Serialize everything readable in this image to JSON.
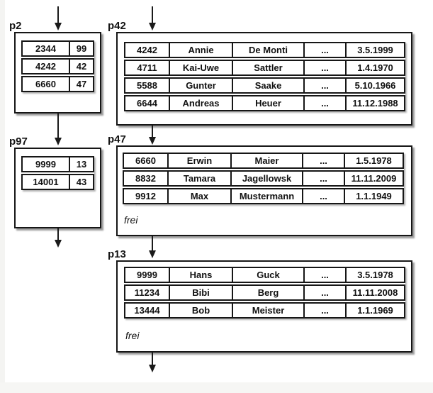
{
  "pages": {
    "p2": {
      "label": "p2",
      "kind": "index-page",
      "rows": [
        [
          "2344",
          "99"
        ],
        [
          "4242",
          "42"
        ],
        [
          "6660",
          "47"
        ]
      ]
    },
    "p42": {
      "label": "p42",
      "kind": "data-page",
      "rows": [
        [
          "4242",
          "Annie",
          "De Monti",
          "...",
          "3.5.1999"
        ],
        [
          "4711",
          "Kai-Uwe",
          "Sattler",
          "...",
          "1.4.1970"
        ],
        [
          "5588",
          "Gunter",
          "Saake",
          "...",
          "5.10.1966"
        ],
        [
          "6644",
          "Andreas",
          "Heuer",
          "...",
          "11.12.1988"
        ]
      ]
    },
    "p97": {
      "label": "p97",
      "kind": "index-page",
      "rows": [
        [
          "9999",
          "13"
        ],
        [
          "14001",
          "43"
        ]
      ]
    },
    "p47": {
      "label": "p47",
      "kind": "data-page",
      "rows": [
        [
          "6660",
          "Erwin",
          "Maier",
          "...",
          "1.5.1978"
        ],
        [
          "8832",
          "Tamara",
          "Jagellowsk",
          "...",
          "11.11.2009"
        ],
        [
          "9912",
          "Max",
          "Mustermann",
          "...",
          "1.1.1949"
        ]
      ],
      "free_label": "frei"
    },
    "p13": {
      "label": "p13",
      "kind": "data-page",
      "rows": [
        [
          "9999",
          "Hans",
          "Guck",
          "...",
          "3.5.1978"
        ],
        [
          "11234",
          "Bibi",
          "Berg",
          "...",
          "11.11.2008"
        ],
        [
          "13444",
          "Bob",
          "Meister",
          "...",
          "1.1.1969"
        ]
      ],
      "free_label": "frei"
    }
  },
  "edges": [
    {
      "from": "external",
      "to": "p2"
    },
    {
      "from": "external",
      "to": "p42"
    },
    {
      "from": "p2",
      "to": "p97"
    },
    {
      "from": "p42",
      "to": "p47"
    },
    {
      "from": "p97",
      "to": "external"
    },
    {
      "from": "p47",
      "to": "p13"
    },
    {
      "from": "p13",
      "to": "external"
    }
  ],
  "colors": {
    "line": "#161616",
    "shadow": "#9d9d9d",
    "background": "#ffffff",
    "edge_strip": "#f4f4f2"
  }
}
